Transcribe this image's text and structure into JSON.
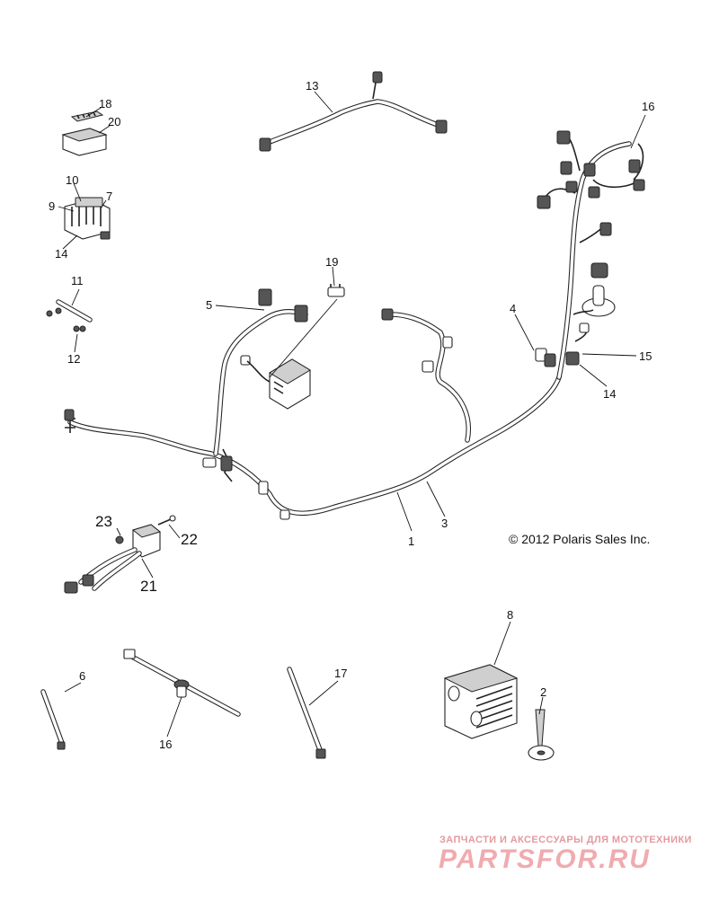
{
  "diagram": {
    "copyright": "© 2012 Polaris Sales Inc.",
    "watermark": {
      "tagline": "ЗАПЧАСТИ И АКСЕССУАРЫ ДЛЯ МОТОТЕХНИКИ",
      "logo_text": "PARTSFOR.RU",
      "color": "#e0474f"
    },
    "callouts": {
      "c1": "1",
      "c2": "2",
      "c3": "3",
      "c4": "4",
      "c5": "5",
      "c6": "6",
      "c7": "7",
      "c8": "8",
      "c9": "9",
      "c10": "10",
      "c11": "11",
      "c12": "12",
      "c13": "13",
      "c14a": "14",
      "c14b": "14",
      "c15": "15",
      "c16a": "16",
      "c16b": "16",
      "c17": "17",
      "c18": "18",
      "c19": "19",
      "c20": "20",
      "c21": "21",
      "c22": "22",
      "c23": "23"
    }
  }
}
